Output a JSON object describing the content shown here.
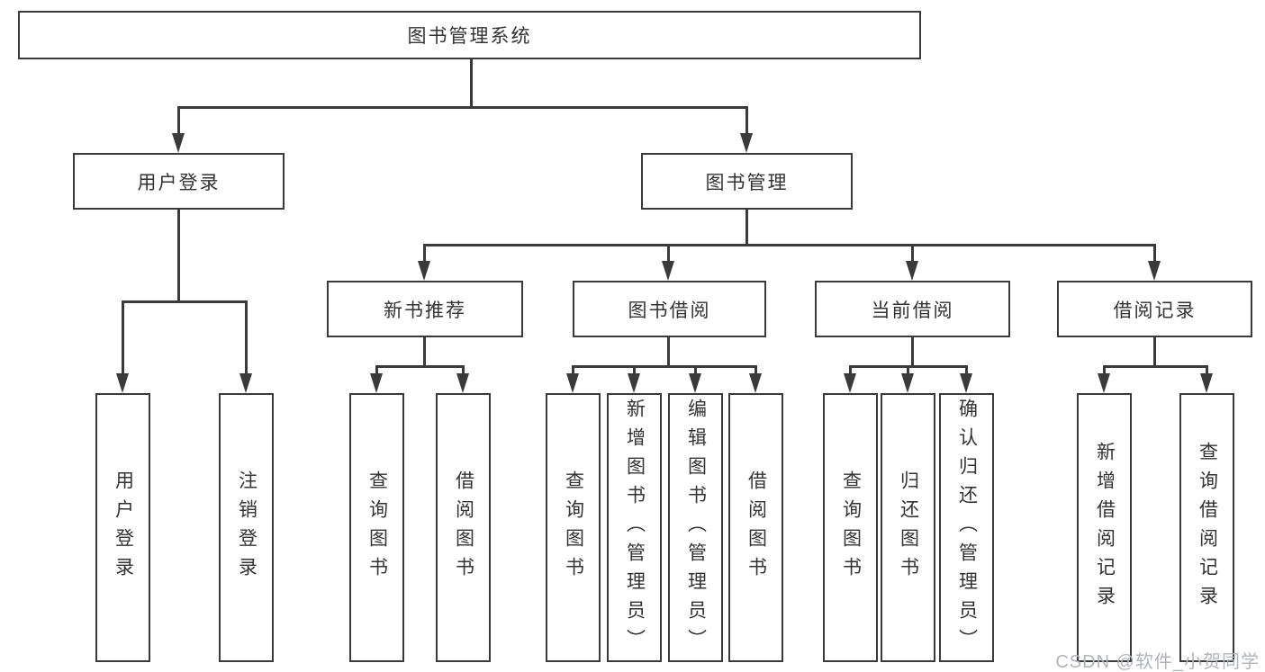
{
  "colors": {
    "background": "#ffffff",
    "line": "#3a3a3a",
    "box_border": "#3a3a3a",
    "text": "#333333",
    "watermark": "#b0b4bb"
  },
  "watermark": {
    "text": "CSDN @软件_小贺同学"
  },
  "diagram": {
    "root": {
      "label": "图书管理系统"
    },
    "branches": [
      {
        "label": "用户登录",
        "leaves": [
          {
            "label": "用户登录"
          },
          {
            "label": "注销登录"
          }
        ]
      },
      {
        "label": "图书管理",
        "groups": [
          {
            "label": "新书推荐",
            "leaves": [
              {
                "label": "查询图书"
              },
              {
                "label": "借阅图书"
              }
            ]
          },
          {
            "label": "图书借阅",
            "leaves": [
              {
                "label": "查询图书"
              },
              {
                "label": "新增图书（管理员）"
              },
              {
                "label": "编辑图书（管理员）"
              },
              {
                "label": "借阅图书"
              }
            ]
          },
          {
            "label": "当前借阅",
            "leaves": [
              {
                "label": "查询图书"
              },
              {
                "label": "归还图书"
              },
              {
                "label": "确认归还（管理员）"
              }
            ]
          },
          {
            "label": "借阅记录",
            "leaves": [
              {
                "label": "新增借阅记录"
              },
              {
                "label": "查询借阅记录"
              }
            ]
          }
        ]
      }
    ]
  }
}
